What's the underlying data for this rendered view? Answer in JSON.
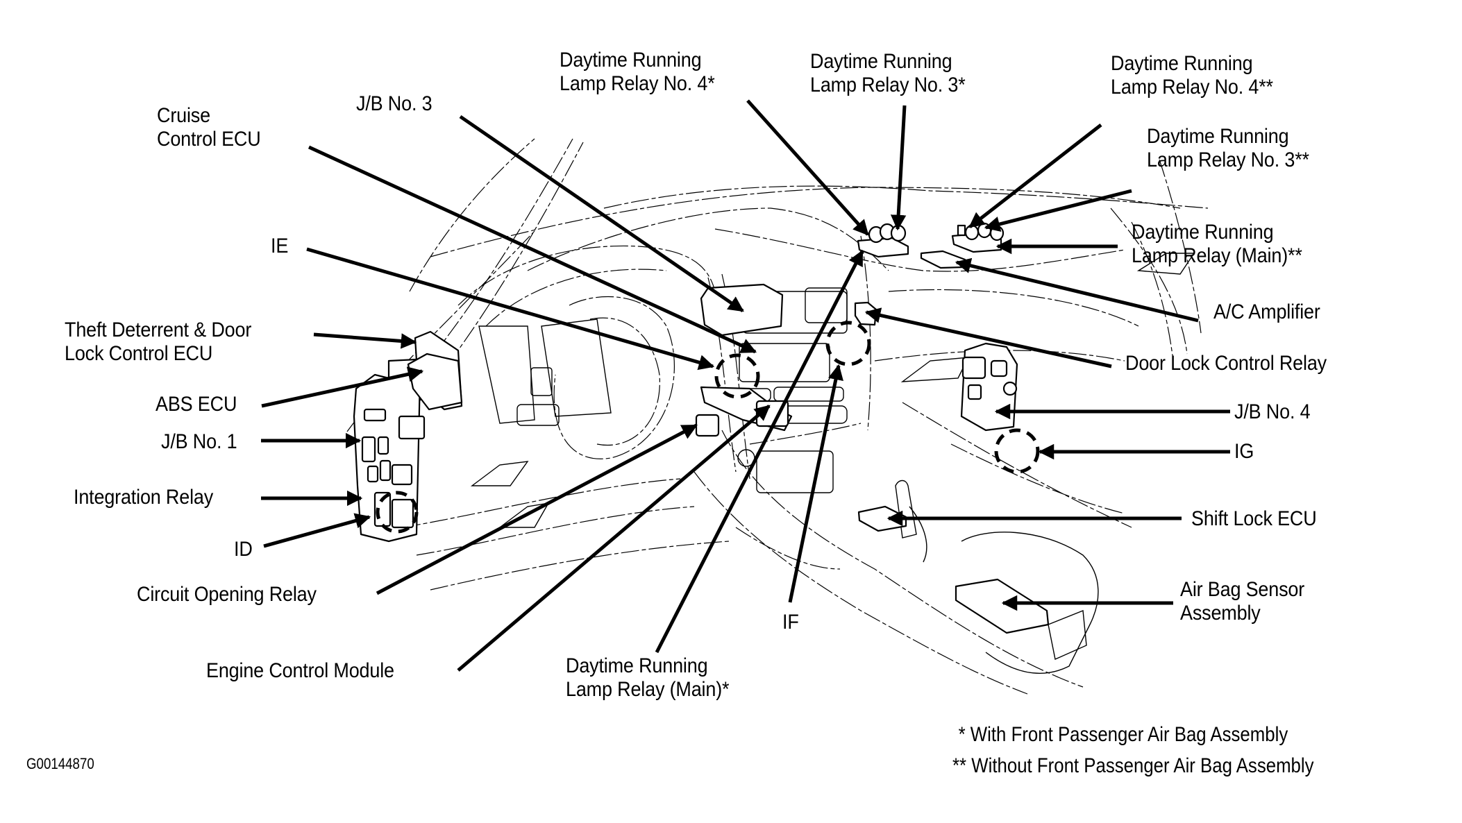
{
  "figure_id": "G00144870",
  "labels": {
    "drl_relay_no4_star": [
      "Daytime Running",
      "Lamp Relay No. 4*"
    ],
    "drl_relay_no3_star": [
      "Daytime Running",
      "Lamp Relay No. 3*"
    ],
    "drl_relay_no4_dstar": [
      "Daytime Running",
      "Lamp Relay No. 4**"
    ],
    "drl_relay_no3_dstar": [
      "Daytime Running",
      "Lamp Relay No. 3**"
    ],
    "drl_relay_main_dstar": [
      "Daytime Running",
      "Lamp Relay (Main)**"
    ],
    "ac_amplifier": "A/C Amplifier",
    "door_lock_control_relay": "Door Lock Control Relay",
    "jb_no4": "J/B No. 4",
    "ig": "IG",
    "shift_lock_ecu": "Shift Lock ECU",
    "air_bag_sensor": [
      "Air Bag Sensor",
      "Assembly"
    ],
    "cruise_control_ecu": [
      "Cruise",
      "Control ECU"
    ],
    "jb_no3": "J/B No. 3",
    "ie": "IE",
    "theft_deterrent_ecu": [
      "Theft Deterrent & Door",
      "Lock Control ECU"
    ],
    "abs_ecu": "ABS ECU",
    "jb_no1": "J/B No. 1",
    "integration_relay": "Integration Relay",
    "id": "ID",
    "circuit_opening_relay": "Circuit Opening Relay",
    "engine_control_module": "Engine Control Module",
    "if": "IF",
    "drl_relay_main_star": [
      "Daytime Running",
      "Lamp Relay (Main)*"
    ]
  },
  "footnotes": [
    "* With Front Passenger Air Bag Assembly",
    "** Without Front Passenger Air Bag Assembly"
  ],
  "connector_markers": [
    "ID",
    "IE",
    "IF",
    "IG"
  ]
}
